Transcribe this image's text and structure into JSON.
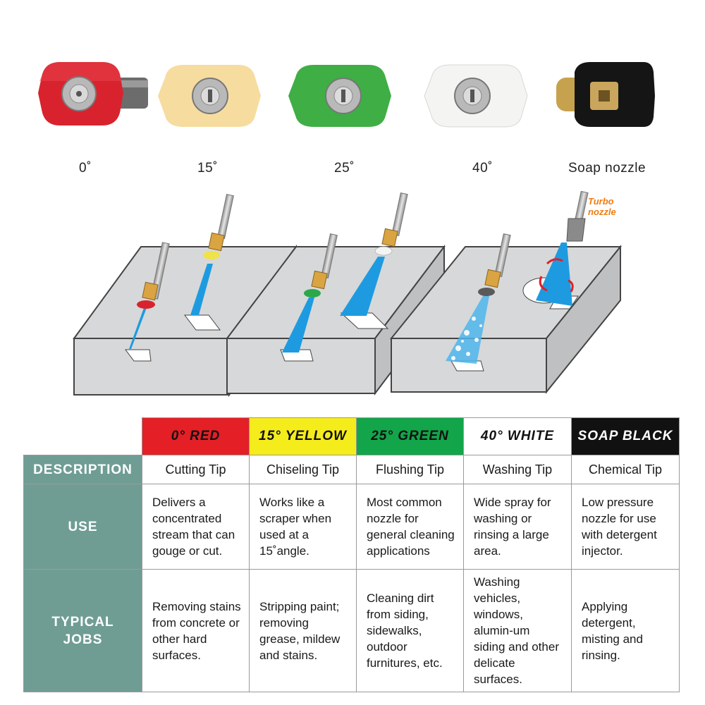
{
  "nozzles": [
    {
      "label": "0˚",
      "color": "#d8232e"
    },
    {
      "label": "15˚",
      "color": "#f7dca0"
    },
    {
      "label": "25˚",
      "color": "#3fae45"
    },
    {
      "label": "40˚",
      "color": "#f4f4f2"
    },
    {
      "label": "Soap nozzle",
      "color": "#151515"
    }
  ],
  "turbo_label": {
    "line1": "Turbo",
    "line2": "nozzle"
  },
  "table": {
    "columns": [
      {
        "header": "0° RED",
        "color": "#e41f26"
      },
      {
        "header": "15° YELLOW",
        "color": "#f5ec1c"
      },
      {
        "header": "25° GREEN",
        "color": "#12a54a"
      },
      {
        "header": "40° WHITE",
        "color": "#ffffff"
      },
      {
        "header": "SOAP BLACK",
        "color": "#111111"
      }
    ],
    "row_labels": {
      "description": "DESCRIPTION",
      "use": "USE",
      "jobs_line1": "TYPICAL",
      "jobs_line2": "JOBS"
    },
    "description": [
      "Cutting Tip",
      "Chiseling Tip",
      "Flushing Tip",
      "Washing Tip",
      "Chemical Tip"
    ],
    "use": [
      "Delivers a concentrated stream that can gouge or cut.",
      "Works like a scraper when used at a 15˚angle.",
      "Most common nozzle for general cleaning applications",
      "Wide spray for washing or rinsing a large area.",
      "Low pressure nozzle for use with detergent injector."
    ],
    "jobs": [
      "Removing stains from concrete or other hard surfaces.",
      "Stripping paint; removing grease, mildew and stains.",
      "Cleaning dirt from siding, sidewalks, outdoor furnitures, etc.",
      "Washing vehicles, windows, alumin-um siding and other delicate surfaces.",
      "Applying detergent, misting and rinsing."
    ]
  },
  "colors": {
    "row_label_bg": "#6f9d94",
    "spray": "#1e9be0",
    "brass": "#d9a441",
    "slab": "#d7d8d9"
  }
}
